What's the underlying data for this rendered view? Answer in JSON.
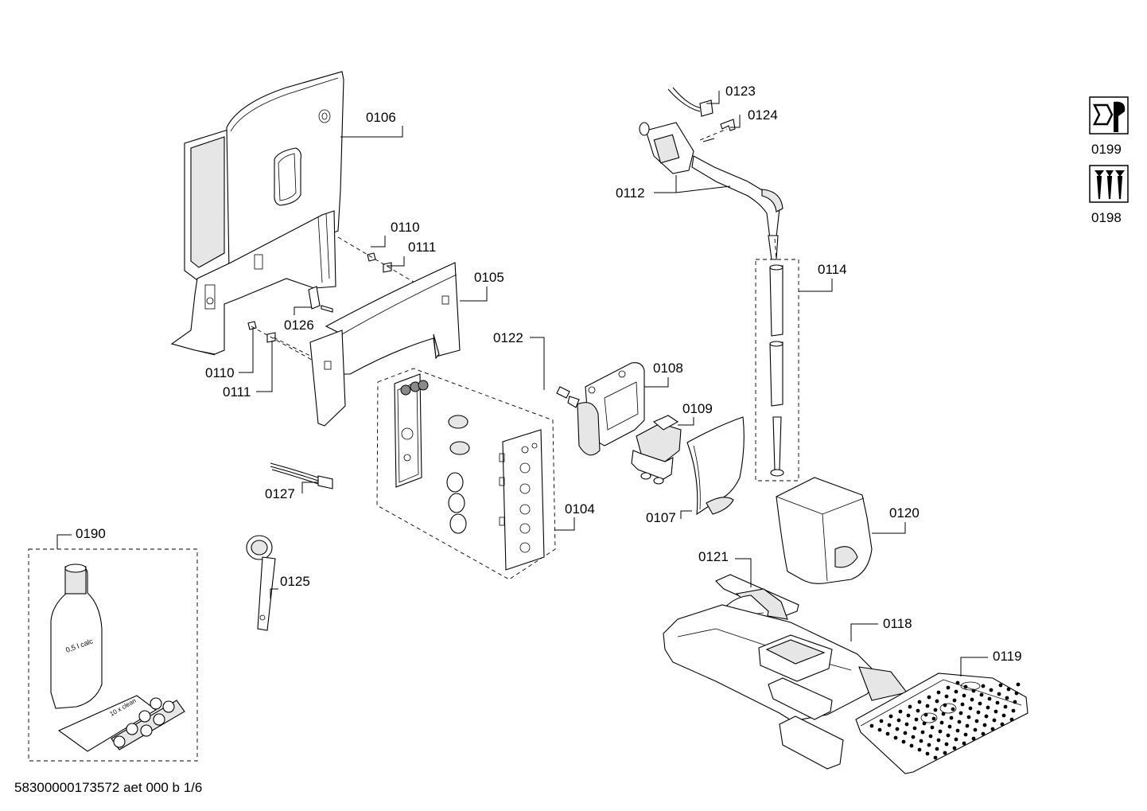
{
  "diagram": {
    "labels": {
      "p0106": "0106",
      "p0110a": "0110",
      "p0111a": "0111",
      "p0105": "0105",
      "p0126": "0126",
      "p0110b": "0110",
      "p0111b": "0111",
      "p0123": "0123",
      "p0124": "0124",
      "p0112": "0112",
      "p0114": "0114",
      "p0122": "0122",
      "p0108": "0108",
      "p0109": "0109",
      "p0107": "0107",
      "p0104": "0104",
      "p0127": "0127",
      "p0190": "0190",
      "p0125": "0125",
      "p0120": "0120",
      "p0121": "0121",
      "p0118": "0118",
      "p0119": "0119",
      "p0199": "0199",
      "p0198": "0198"
    },
    "product_text": {
      "bottle": "0,5 l calc",
      "tablets": "10 x clean"
    }
  },
  "footer": {
    "reference": "58300000173572 aet 000 b 1/6"
  },
  "icons": [
    "tools-icon",
    "screws-icon"
  ]
}
